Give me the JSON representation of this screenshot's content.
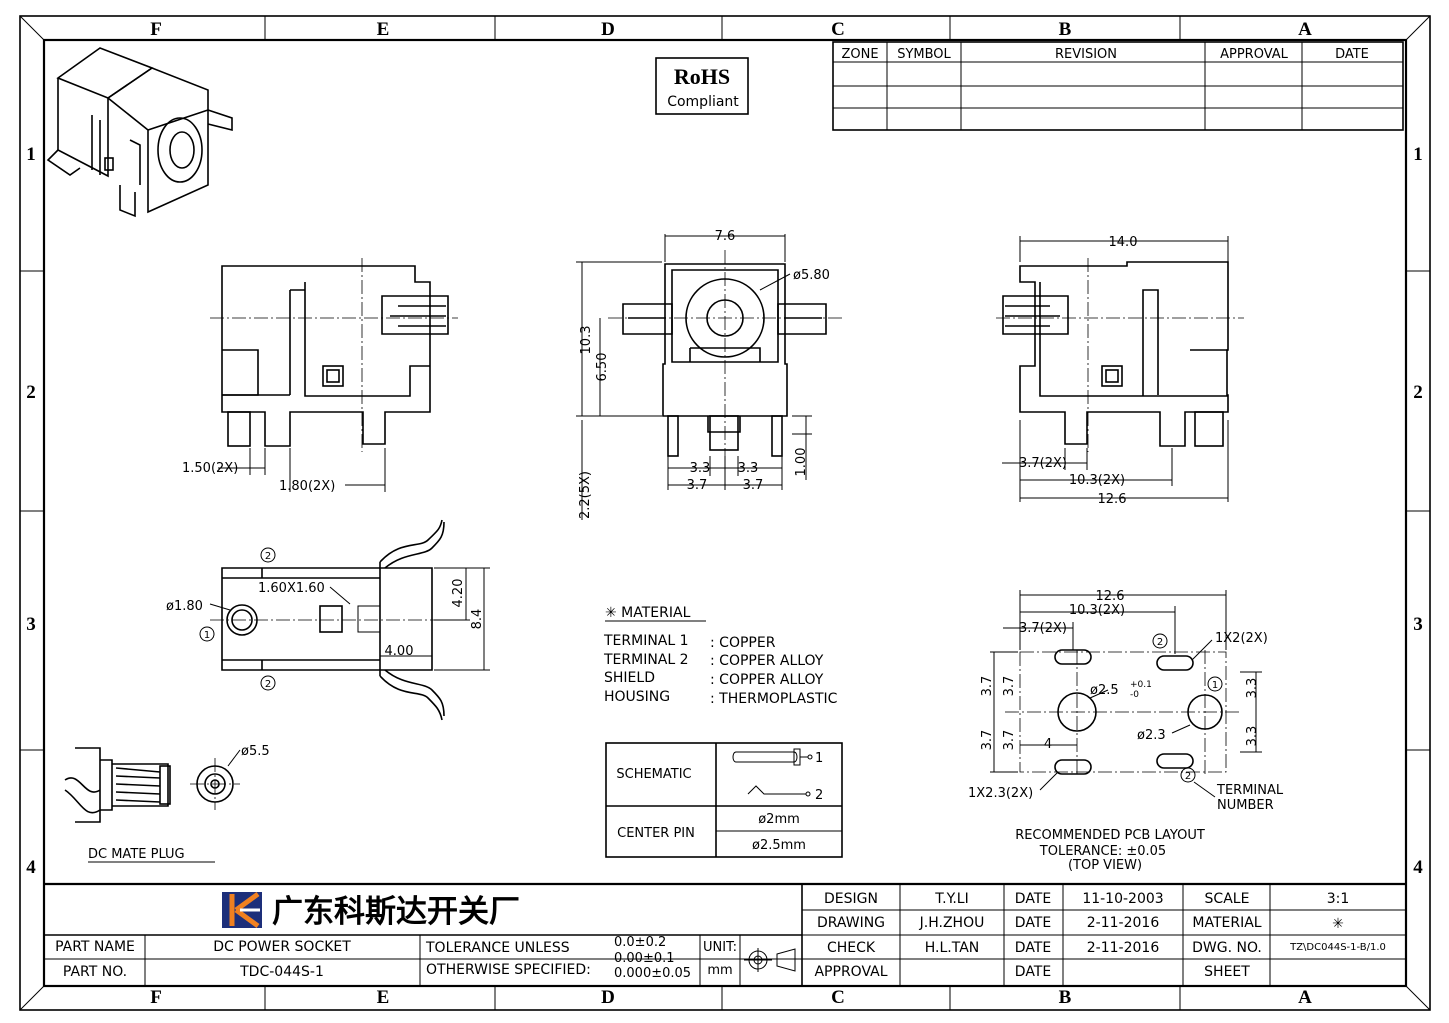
{
  "border": {
    "columns": [
      "F",
      "E",
      "D",
      "C",
      "B",
      "A"
    ],
    "rows": [
      "1",
      "2",
      "3",
      "4"
    ]
  },
  "revision_table": {
    "headers": [
      "ZONE",
      "SYMBOL",
      "REVISION",
      "APPROVAL",
      "DATE"
    ]
  },
  "rohs": {
    "line1": "RoHS",
    "line2": "Compliant"
  },
  "dims": {
    "d1": "1.50(2X)",
    "d2": "1.80(2X)",
    "d3": "7.6",
    "d4": "ø5.80",
    "d5": "10.3",
    "d6": "6.50",
    "d7": "3.3",
    "d8": "3.3",
    "d9": "3.7",
    "d10": "3.7",
    "d11": "1.00",
    "d12": "2.2(5X)",
    "d13": "14.0",
    "d14": "3.7(2X)",
    "d15": "10.3(2X)",
    "d16": "12.6",
    "d17": "ø1.80",
    "d18": "1.60X1.60",
    "d19": "4.20",
    "d20": "8.4",
    "d21": "4.00",
    "d22": "ø5.5",
    "d23": "DC MATE PLUG",
    "p1": "12.6",
    "p2": "10.3(2X)",
    "p3": "3.7(2X)",
    "p4": "1X2(2X)",
    "p5": "ø2.5",
    "p5sup": "+0.1",
    "p5sub": "-0",
    "p6": "ø2.3",
    "p7": "3.7",
    "p8": "3.7",
    "p9": "3.3",
    "p10": "3.3",
    "p11": "4",
    "p12": "1X2.3(2X)",
    "p13": "TERMINAL",
    "p14": "NUMBER",
    "p15": "RECOMMENDED PCB LAYOUT",
    "p16": "TOLERANCE: ±0.05",
    "p17": "(TOP VIEW)"
  },
  "circles": {
    "c1": "1",
    "c2": "2"
  },
  "material": {
    "title": "✳ MATERIAL",
    "rows": [
      {
        "name": "TERMINAL  1",
        "value": ": COPPER"
      },
      {
        "name": "TERMINAL  2",
        "value": ": COPPER  ALLOY"
      },
      {
        "name": "SHIELD",
        "value": ": COPPER  ALLOY"
      },
      {
        "name": "HOUSING",
        "value": ": THERMOPLASTIC"
      }
    ]
  },
  "schematic": {
    "label": "SCHEMATIC",
    "pin1": "1",
    "pin2": "2",
    "center_label": "CENTER PIN",
    "opt1": "ø2mm",
    "opt2": "ø2.5mm"
  },
  "title_block": {
    "company": "广东科斯达开关厂",
    "part_name_label": "PART NAME",
    "part_name": "DC POWER SOCKET",
    "part_no_label": "PART NO.",
    "part_no": "TDC-044S-1",
    "tol1": "TOLERANCE  UNLESS",
    "tol2": "OTHERWISE  SPECIFIED:",
    "tol_a": "0.0±0.2",
    "tol_b": "0.00±0.1",
    "tol_c": "0.000±0.05",
    "unit_label": "UNIT:",
    "unit": "mm",
    "design_label": "DESIGN",
    "design": "T.Y.LI",
    "drawing_label": "DRAWING",
    "drawing": "J.H.ZHOU",
    "check_label": "CHECK",
    "check": "H.L.TAN",
    "approval_label": "APPROVAL",
    "date_label": "DATE",
    "date1": "11-10-2003",
    "date2": "2-11-2016",
    "date3": "2-11-2016",
    "scale_label": "SCALE",
    "scale": "3:1",
    "material_label": "MATERIAL",
    "material": "✳",
    "dwg_label": "DWG. NO.",
    "dwg": "TZ\\DC044S-1-B/1.0",
    "sheet_label": "SHEET"
  }
}
